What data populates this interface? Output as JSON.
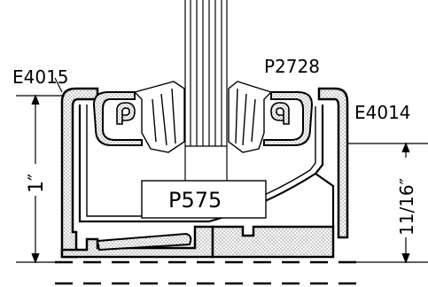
{
  "labels": {
    "frame_left": "E4015",
    "frame_right": "E4014",
    "gasket": "P2728",
    "setting_block": "P575"
  },
  "dimensions": {
    "overall_height": "1″",
    "inner_height": "11/16″"
  },
  "colors": {
    "line": "#000000",
    "fill": "#ffffff",
    "stipple": "#000000"
  }
}
